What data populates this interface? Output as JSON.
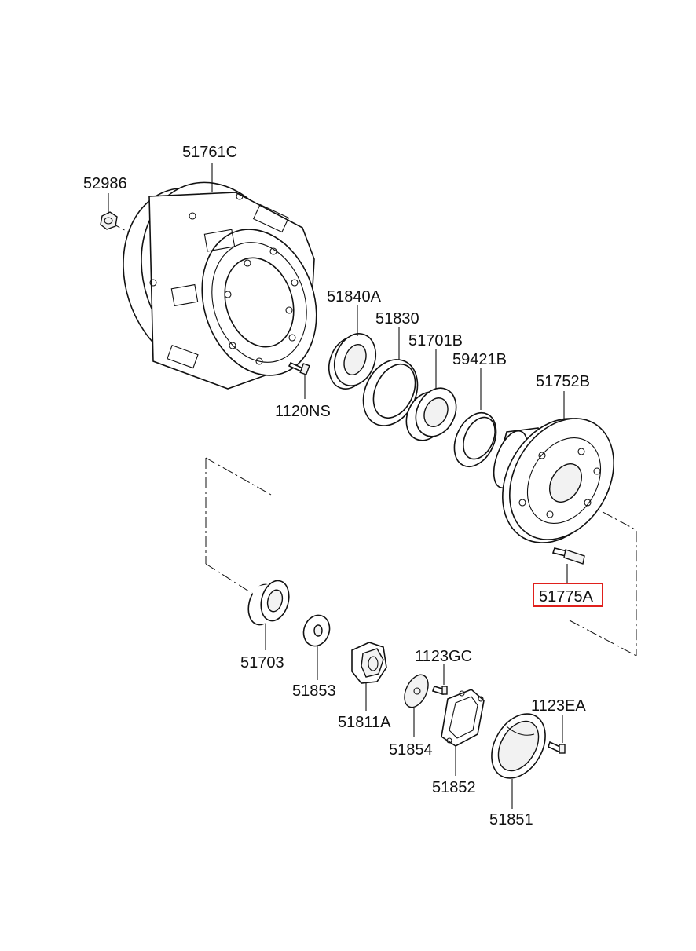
{
  "diagram": {
    "highlight_color": "#e0201c",
    "parts": {
      "p51761C": "51761C",
      "p52986": "52986",
      "p1120NS": "1120NS",
      "p51840A": "51840A",
      "p51830": "51830",
      "p51701B": "51701B",
      "p59421B": "59421B",
      "p51752B": "51752B",
      "p51775A": "51775A",
      "p51703": "51703",
      "p51853": "51853",
      "p51811A": "51811A",
      "p1123GC": "1123GC",
      "p51854": "51854",
      "p51852": "51852",
      "p1123EA": "1123EA",
      "p51851": "51851"
    }
  }
}
